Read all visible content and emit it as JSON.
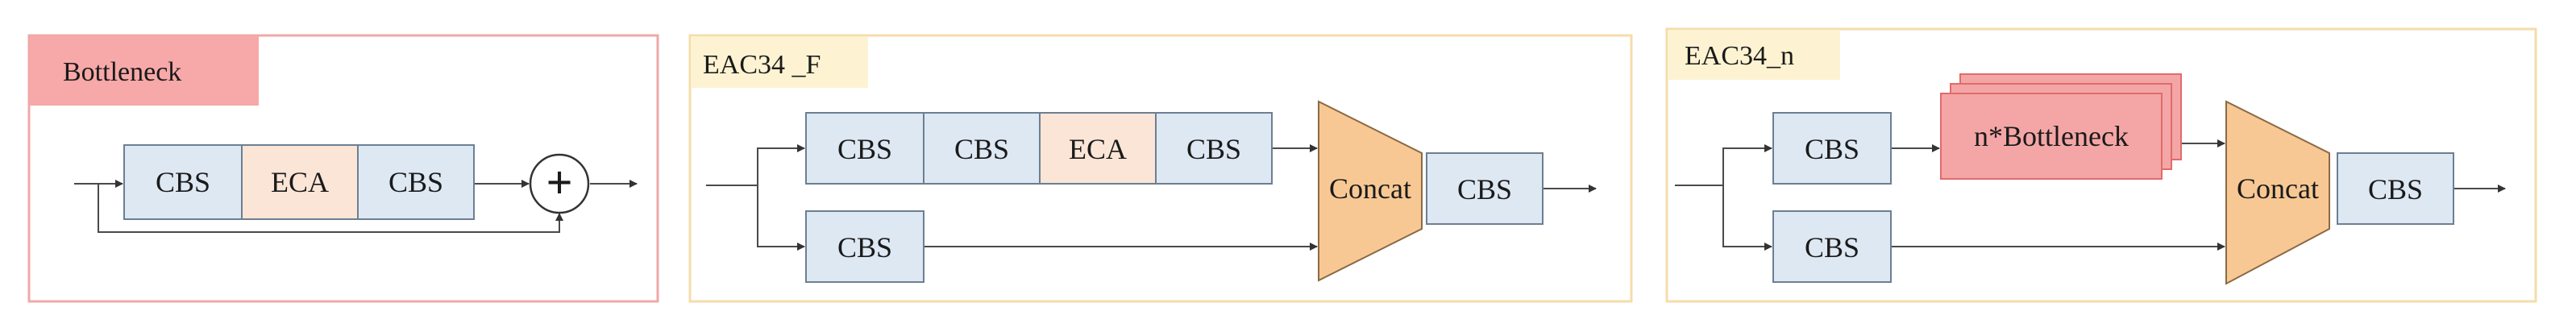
{
  "panels": {
    "bottleneck": {
      "title": "Bottleneck",
      "blocks": [
        "CBS",
        "ECA",
        "CBS"
      ],
      "add_symbol": "+"
    },
    "eac34_f": {
      "title": "EAC34 _F",
      "top_blocks": [
        "CBS",
        "CBS",
        "ECA",
        "CBS"
      ],
      "bottom_block": "CBS",
      "concat_label": "Concat",
      "output_block": "CBS"
    },
    "eac34_n": {
      "title": "EAC34_n",
      "top_block": "CBS",
      "bottleneck_stack": "n*Bottleneck",
      "bottom_block": "CBS",
      "concat_label": "Concat",
      "output_block": "CBS"
    }
  },
  "colors": {
    "cbs_fill": "#dde8f3",
    "cbs_border": "#6c7f93",
    "eca_fill": "#fbe5d6",
    "bottleneck_fill": "#f4a6a6",
    "bottleneck_border": "#e06b6b",
    "concat_fill": "#f8c894",
    "concat_border": "#8a6a44",
    "panel1_border": "#f0a8a8",
    "panel1_title_fill": "#f7a8a8",
    "panel_border": "#f5dcaa",
    "panel_title_fill": "#fdf3d2",
    "line": "#4a4a4a"
  }
}
